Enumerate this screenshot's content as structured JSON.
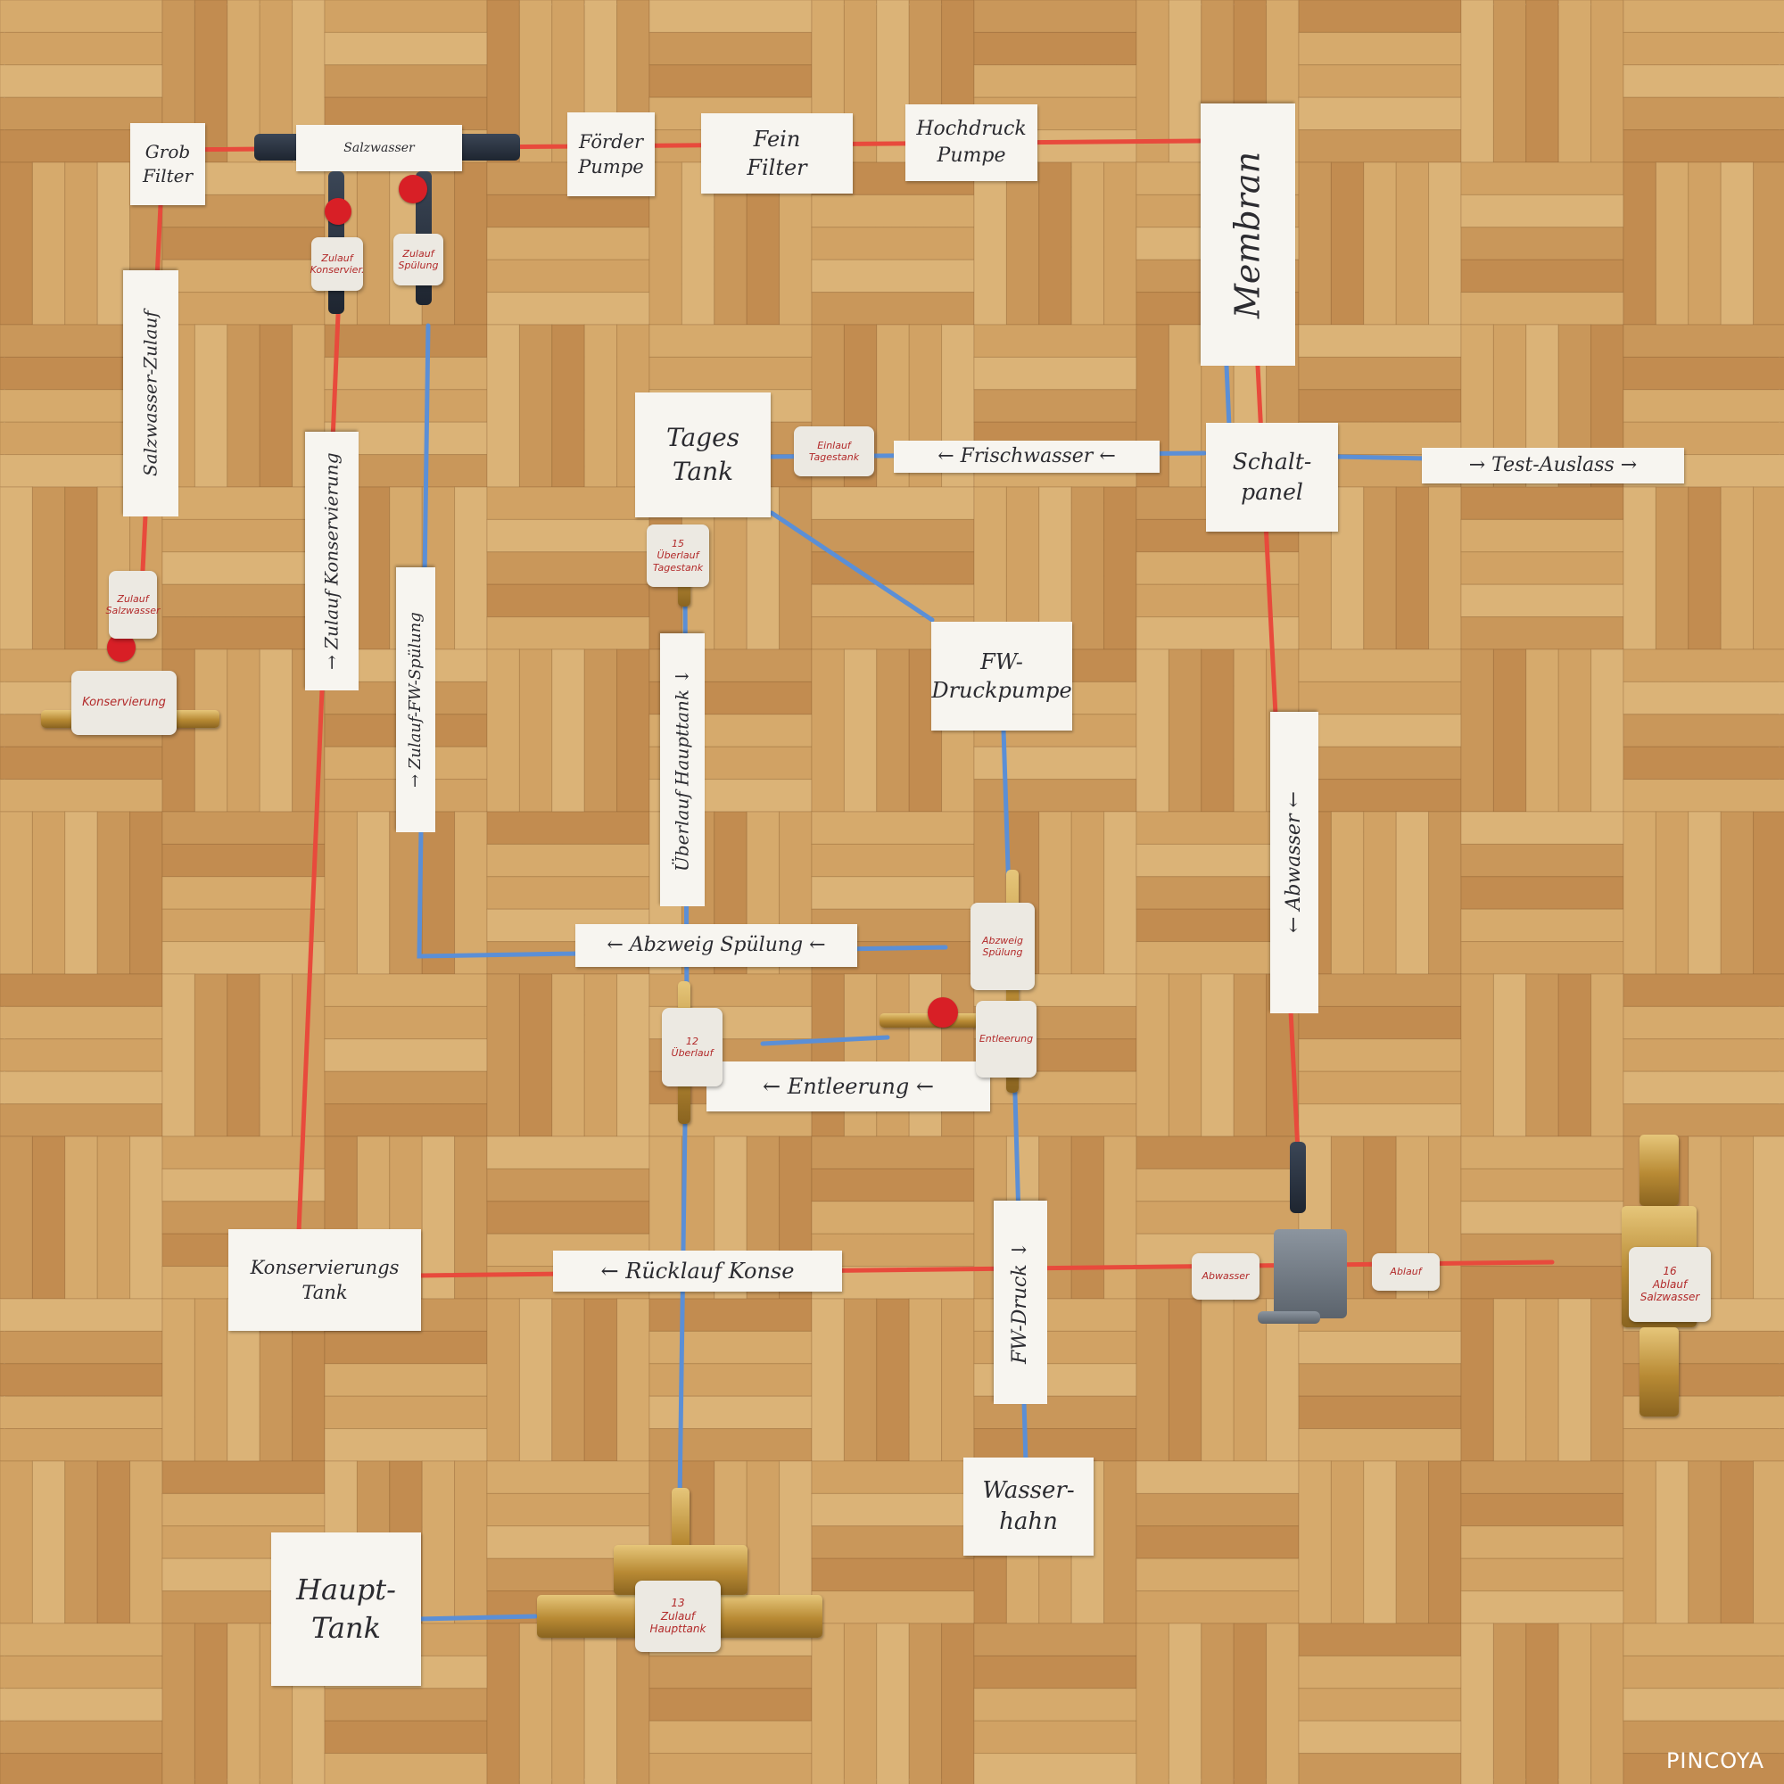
{
  "labels": {
    "grob_filter": "Grob\nFilter",
    "salzwasser": "Salzwasser",
    "forder_pumpe": "Förder\nPumpe",
    "fein_filter": "Fein\nFilter",
    "hochdruck_pumpe": "Hochdruck\nPumpe",
    "membran": "Membran",
    "salzwasser_zulauf": "Salzwasser-Zulauf",
    "zulauf_konservierung": "→ Zulauf Konservierung",
    "zulauf_fw_spulung": "→ Zulauf-FW-Spülung",
    "tages_tank": "Tages\nTank",
    "frischwasser": "← Frischwasser ←",
    "schalt_panel": "Schalt-\npanel",
    "test_auslass": "→ Test-Auslass →",
    "uberlauf_haupttank": "Überlauf Haupttank ↓",
    "fw_druckpumpe": "FW-\nDruckpumpe",
    "abwasser": "← Abwasser ←",
    "abzweig_spulung": "← Abzweig Spülung ←",
    "entleerung": "← Entleerung ←",
    "konservierungs_tank": "Konservierungs\nTank",
    "rucklauf_konse": "← Rücklauf Konse",
    "fw_druck": "FW-Druck ↓",
    "wasserhahn": "Wasser-\nhahn",
    "haupt_tank": "Haupt-\nTank"
  },
  "valves": {
    "zulauf_konservierung": "Zulauf\nKonservier.",
    "zulauf_spulung": "Zulauf\nSpülung",
    "zulauf_salzwasser": "Zulauf\nSalzwasser",
    "konservierung": "Konservierung",
    "einlauf_tagestank": "Einlauf\nTagestank",
    "uberlauf_tagestank": "15\nÜberlauf\nTagestank",
    "abzweig_spulung": "Abzweig\nSpülung",
    "uberlauf": "12\nÜberlauf",
    "entleerung": "Entleerung",
    "zulauf_haupttank": "13\nZulauf\nHaupttank",
    "abwasser_ventil": "Abwasser",
    "ablauf": "Ablauf",
    "ablauf_salzwasser": "16\nAblauf\nSalzwasser"
  },
  "watermark": "PINCOYA",
  "colors": {
    "saltwater_line": "#e84a3c",
    "freshwater_line": "#5b8fd6",
    "label_paper": "#f7f5f0",
    "floor": "#c99a5c",
    "valve_handle": "#d81f26"
  },
  "icon_names": [
    "ball-valve-icon",
    "brass-fitting-icon",
    "tee-connector-icon",
    "arrow-icon"
  ]
}
